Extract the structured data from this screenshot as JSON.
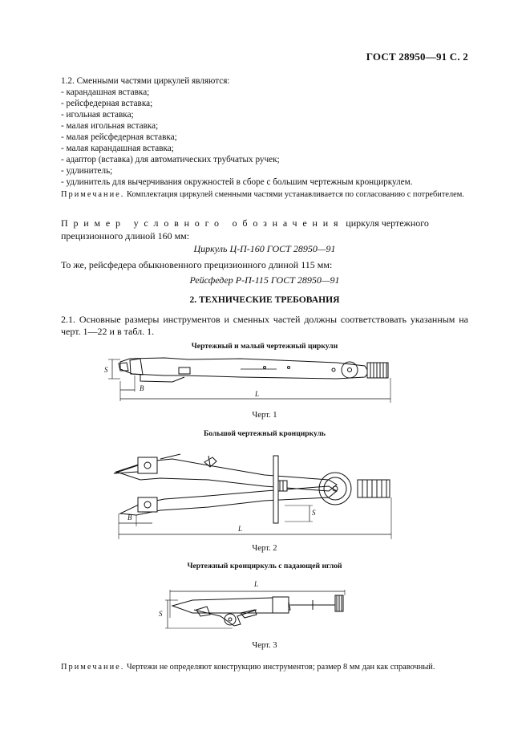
{
  "header": {
    "title": "ГОСТ 28950—91 С. 2"
  },
  "section_1": {
    "intro": "1.2. Сменными частями циркулей являются:",
    "items": [
      "- карандашная вставка;",
      "- рейсфедерная вставка;",
      "- игольная вставка;",
      "- малая игольная вставка;",
      "- малая рейсфедерная вставка;",
      "- малая карандашная вставка;",
      "- адаптор (вставка) для автоматических трубчатых ручек;",
      "- удлинитель;",
      "- удлинитель для вычерчивания окружностей в сборе с большим чертежным кронциркулем."
    ],
    "note_label": "Примечание.",
    "note_text": "Комплектация циркулей сменными частями устанавливается по согласованию с потребителем.",
    "example_label": "Пример условного обозначения",
    "example_text": "циркуля чертежного прецизионного длиной 160 мм:",
    "designation_1": "Циркуль Ц-П-160 ГОСТ 28950—91",
    "same_text": "То же, рейсфедера обыкновенного прецизионного длиной 115 мм:",
    "designation_2": "Рейсфедер Р-П-115 ГОСТ 28950—91"
  },
  "section_2": {
    "heading": "2. ТЕХНИЧЕСКИЕ ТРЕБОВАНИЯ",
    "para": "2.1. Основные размеры инструментов и сменных частей должны соответствовать указанным на черт. 1—22 и в табл. 1."
  },
  "figures": [
    {
      "title": "Чертежный и малый чертежный циркули",
      "caption": "Черт. 1",
      "labels": {
        "s": "S",
        "b": "B",
        "l": "L"
      }
    },
    {
      "title": "Большой чертежный кронциркуль",
      "caption": "Черт. 2",
      "labels": {
        "s": "S",
        "b": "B",
        "l": "L"
      }
    },
    {
      "title": "Чертежный кронциркуль с падающей иглой",
      "caption": "Черт. 3",
      "labels": {
        "s": "S",
        "l": "L"
      }
    }
  ],
  "footer_note": {
    "label": "Примечание.",
    "text": "Чертежи не определяют конструкцию инструментов; размер 8 мм дан как справочный."
  }
}
